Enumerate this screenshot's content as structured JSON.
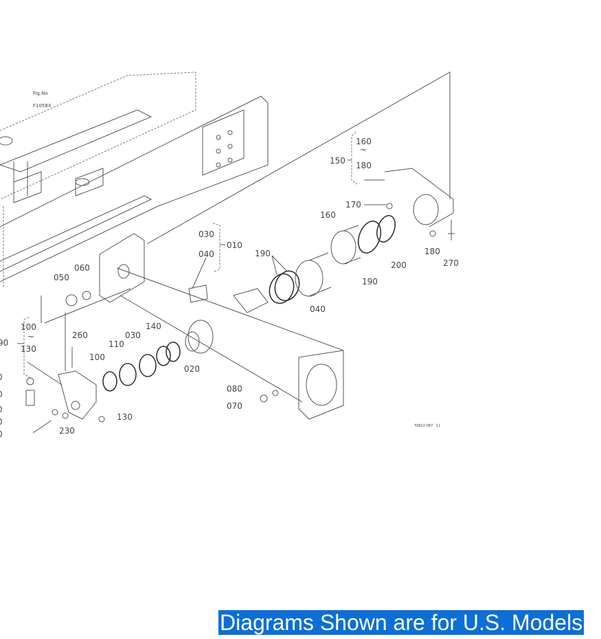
{
  "diagram": {
    "fig_ref": [
      "Fig.No",
      "F1058X"
    ],
    "part_labels": {
      "p010": "010",
      "p030a": "030",
      "p040a": "040",
      "p050": "050",
      "p060": "060",
      "p190a": "190",
      "p040b": "040",
      "p160a": "160",
      "p190b": "190",
      "p200": "200",
      "p150": "150",
      "p160b": "160",
      "p180a": "180",
      "p170": "170",
      "p180b": "180",
      "p270": "270",
      "p100a": "100",
      "p130a": "130",
      "p260": "260",
      "p140": "140",
      "p030b": "030",
      "p110": "110",
      "p100b": "100",
      "p020": "020",
      "p080": "080",
      "p070": "070",
      "p130b": "130",
      "p230": "230",
      "p090_cut": "90",
      "cut1": "0",
      "cut2": "0",
      "cut3": "0",
      "cut4": "0",
      "cut5": "0"
    },
    "range_sep": "~",
    "drawing_code": "T0822-087- '11"
  },
  "caption": "Diagrams Shown are for U.S. Models"
}
